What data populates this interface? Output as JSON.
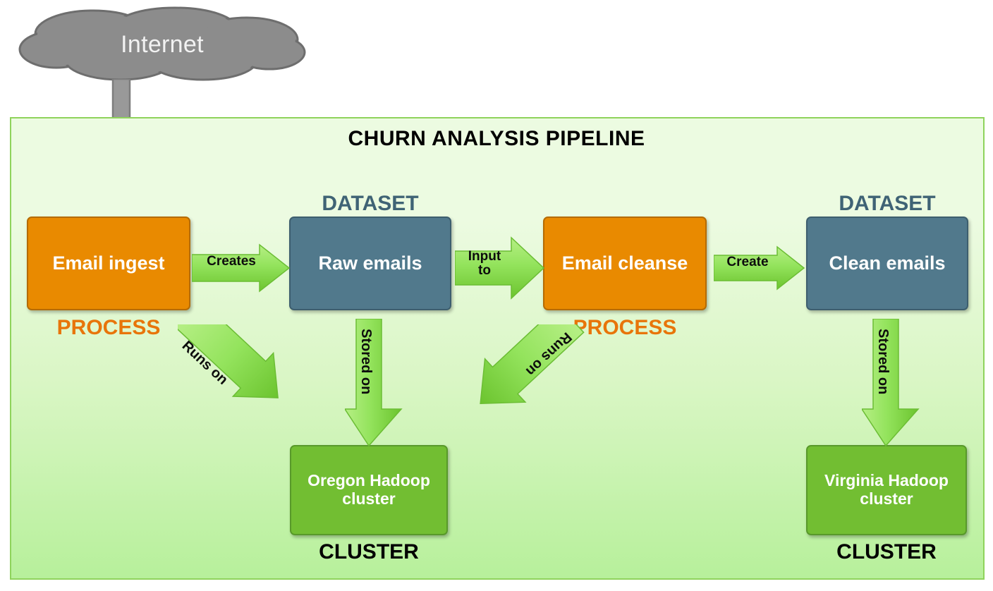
{
  "diagram": {
    "title": "CHURN ANALYSIS PIPELINE",
    "source_cloud": {
      "label": "Internet",
      "icon": "cloud-icon"
    },
    "colors": {
      "process_fill": "#e98a00",
      "process_border": "#b56b00",
      "dataset_fill": "#51798c",
      "dataset_border": "#3d5e6e",
      "cluster_fill": "#72be32",
      "cluster_border": "#58992a",
      "arrow_fill": "#8ee05a",
      "arrow_border": "#6bbd34",
      "panel_border": "#8fd35c",
      "panel_top": "#ecfbe1",
      "panel_bottom": "#b7f09b",
      "cloud_fill": "#8c8c8c",
      "cloud_border": "#6e6e6e",
      "process_caption": "#e8750a",
      "dataset_caption": "#3f6375",
      "cluster_caption": "#000000"
    },
    "nodes": [
      {
        "id": "email-ingest",
        "label": "Email ingest",
        "type_caption": "PROCESS",
        "kind": "process"
      },
      {
        "id": "raw-emails",
        "label": "Raw emails",
        "type_caption": "DATASET",
        "kind": "dataset"
      },
      {
        "id": "email-cleanse",
        "label": "Email cleanse",
        "type_caption": "PROCESS",
        "kind": "process"
      },
      {
        "id": "clean-emails",
        "label": "Clean emails",
        "type_caption": "DATASET",
        "kind": "dataset"
      },
      {
        "id": "oregon-cluster",
        "label": "Oregon Hadoop cluster",
        "type_caption": "CLUSTER",
        "kind": "cluster"
      },
      {
        "id": "virginia-cluster",
        "label": "Virginia Hadoop cluster",
        "type_caption": "CLUSTER",
        "kind": "cluster"
      }
    ],
    "edges": [
      {
        "id": "ingest-creates-raw",
        "label": "Creates",
        "from": "email-ingest",
        "to": "raw-emails",
        "direction": "right"
      },
      {
        "id": "raw-input-to-cleanse",
        "label": "Input\nto",
        "from": "raw-emails",
        "to": "email-cleanse",
        "direction": "right"
      },
      {
        "id": "cleanse-create-clean",
        "label": "Create",
        "from": "email-cleanse",
        "to": "clean-emails",
        "direction": "right"
      },
      {
        "id": "ingest-runs-on-oregon",
        "label": "Runs on",
        "from": "email-ingest",
        "to": "oregon-cluster",
        "direction": "down-right"
      },
      {
        "id": "raw-stored-on-oregon",
        "label": "Stored on",
        "from": "raw-emails",
        "to": "oregon-cluster",
        "direction": "down"
      },
      {
        "id": "cleanse-runs-on-oregon",
        "label": "Runs on",
        "from": "email-cleanse",
        "to": "oregon-cluster",
        "direction": "down-left"
      },
      {
        "id": "clean-stored-on-virginia",
        "label": "Stored on",
        "from": "clean-emails",
        "to": "virginia-cluster",
        "direction": "down"
      }
    ]
  }
}
